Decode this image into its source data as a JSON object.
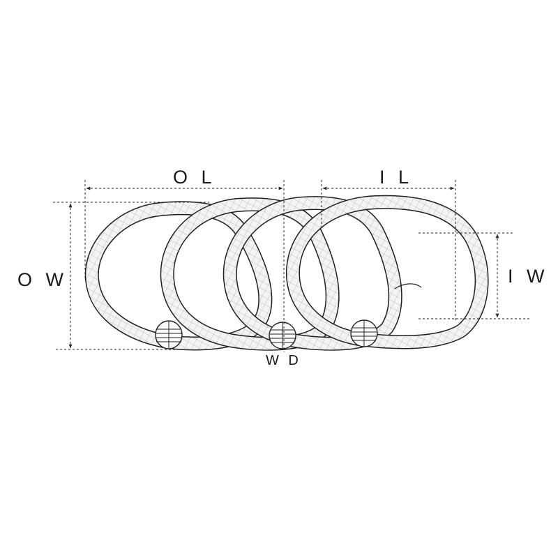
{
  "dimensions": {
    "outer_length": "O L",
    "inner_length": "I L",
    "outer_width": "O W",
    "inner_width": "I W",
    "wire_diameter": "W D"
  },
  "colors": {
    "line": "#1f1f1f",
    "mesh": "#6a6a6a",
    "background": "#ffffff"
  }
}
